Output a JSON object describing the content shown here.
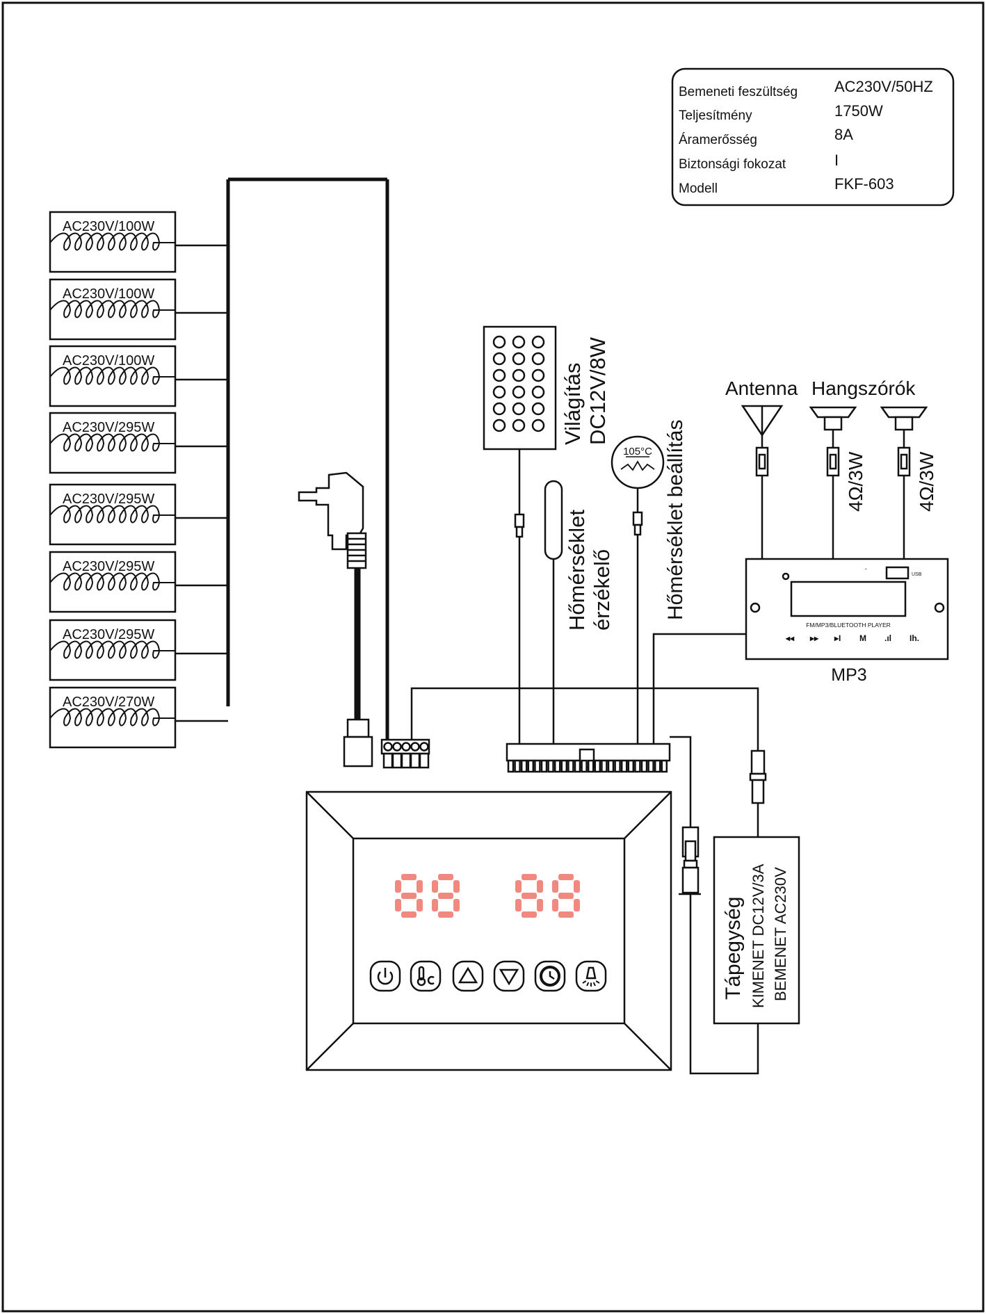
{
  "spec_table": {
    "rows": [
      {
        "label": "Bemeneti feszültség",
        "value": "AC230V/50HZ"
      },
      {
        "label": "Teljesítmény",
        "value": "1750W"
      },
      {
        "label": "Áramerősség",
        "value": "8A"
      },
      {
        "label": "Biztonsági fokozat",
        "value": "I"
      },
      {
        "label": "Modell",
        "value": "FKF-603"
      }
    ]
  },
  "heaters": [
    {
      "label": "AC230V/100W"
    },
    {
      "label": "AC230V/100W"
    },
    {
      "label": "AC230V/100W"
    },
    {
      "label": "AC230V/295W"
    },
    {
      "label": "AC230V/295W"
    },
    {
      "label": "AC230V/295W"
    },
    {
      "label": "AC230V/295W"
    },
    {
      "label": "AC230V/270W"
    }
  ],
  "lighting": {
    "line1": "Világítás",
    "line2": "DC12V/8W"
  },
  "sensor": {
    "line1": "Hőmérséklet",
    "line2": "érzékelő"
  },
  "thermostat": {
    "temp": "105°C",
    "label": "Hőmérséklet beállítás"
  },
  "audio": {
    "antenna": "Antenna",
    "speakers": "Hangszórók",
    "speaker1_spec": "4Ω/3W",
    "speaker2_spec": "4Ω/3W"
  },
  "mp3": {
    "label": "MP3",
    "player_text": "FM/MP3/BLUETOOTH PLAYER",
    "usb": "USB",
    "buttons": [
      "◂◂",
      "▸▸",
      "▸I",
      "M",
      ".ıl",
      "Ih."
    ]
  },
  "power_supply": {
    "title": "Tápegység",
    "output": "KIMENET  DC12V/3A",
    "input": "BEMENET AC230V"
  },
  "panel": {
    "display_left": "88",
    "display_right": "88",
    "display_color": "#f08a80",
    "buttons": [
      "power-icon",
      "thermometer-icon",
      "arrow-up-icon",
      "arrow-down-icon",
      "clock-icon",
      "light-icon"
    ]
  }
}
